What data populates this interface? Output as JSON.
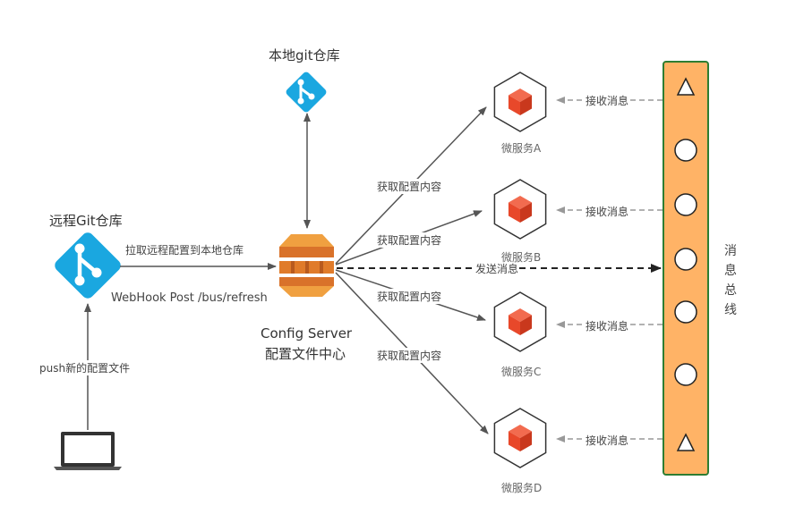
{
  "labels": {
    "local_git": "本地git仓库",
    "remote_git": "远程Git仓库",
    "pull_config": "拉取远程配置到本地仓库",
    "webhook": "WebHook Post  /bus/refresh",
    "push_config": "push新的配置文件",
    "config_server_line1": "Config Server",
    "config_server_line2": "配置文件中心",
    "send_message": "发送消息",
    "bus": [
      "消",
      "息",
      "总",
      "线"
    ]
  },
  "services": [
    {
      "name": "微服务A",
      "fetch_label": "获取配置内容",
      "receive_label": "接收消息"
    },
    {
      "name": "微服务B",
      "fetch_label": "获取配置内容",
      "receive_label": "接收消息"
    },
    {
      "name": "微服务C",
      "fetch_label": "获取配置内容",
      "receive_label": "接收消息"
    },
    {
      "name": "微服务D",
      "fetch_label": "获取配置内容",
      "receive_label": "接收消息"
    }
  ],
  "colors": {
    "git_blue": "#1aa7e0",
    "bus_fill": "#ffb366",
    "bus_border": "#2e7d32",
    "service_red": "#e8482a",
    "config_orange": "#e07b2a",
    "arrow_dark": "#555555",
    "arrow_light": "#999999"
  },
  "icons": {
    "git": "git-icon",
    "config_server": "aws-config-icon",
    "service": "cube-icon",
    "laptop": "laptop-icon"
  }
}
